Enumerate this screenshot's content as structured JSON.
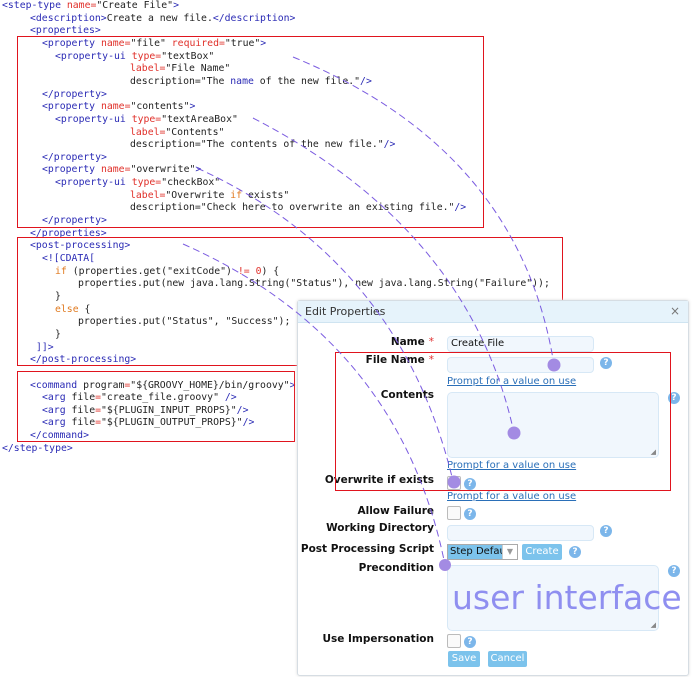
{
  "code": {
    "lines": [
      {
        "indent": 2,
        "tokens": [
          [
            "t",
            "<step-type "
          ],
          [
            "a",
            "name="
          ],
          [
            "v",
            "\"Create File\""
          ],
          [
            "t",
            ">"
          ]
        ]
      },
      {
        "indent": 30,
        "tokens": [
          [
            "t",
            "<description>"
          ],
          [
            "p",
            "Create a new file."
          ],
          [
            "t",
            "</description>"
          ]
        ]
      },
      {
        "indent": 30,
        "tokens": [
          [
            "t",
            "<properties>"
          ]
        ]
      },
      {
        "indent": 42,
        "tokens": [
          [
            "t",
            "<property "
          ],
          [
            "a",
            "name="
          ],
          [
            "v",
            "\"file\" "
          ],
          [
            "a",
            "required="
          ],
          [
            "v",
            "\"true\""
          ],
          [
            "t",
            ">"
          ]
        ]
      },
      {
        "indent": 55,
        "tokens": [
          [
            "t",
            "<property-ui "
          ],
          [
            "a",
            "type="
          ],
          [
            "v",
            "\"textBox\""
          ]
        ]
      },
      {
        "indent": 130,
        "tokens": [
          [
            "a",
            "label="
          ],
          [
            "v",
            "\"File Name\""
          ]
        ]
      },
      {
        "indent": 130,
        "tokens": [
          [
            "p",
            "description="
          ],
          [
            "v",
            "\"The "
          ],
          [
            "b",
            "name"
          ],
          [
            "v",
            " of the new file.\""
          ],
          [
            "t",
            "/>"
          ]
        ]
      },
      {
        "indent": 42,
        "tokens": [
          [
            "t",
            "</property>"
          ]
        ]
      },
      {
        "indent": 42,
        "tokens": [
          [
            "t",
            "<property "
          ],
          [
            "a",
            "name="
          ],
          [
            "v",
            "\"contents\""
          ],
          [
            "t",
            ">"
          ]
        ]
      },
      {
        "indent": 55,
        "tokens": [
          [
            "t",
            "<property-ui "
          ],
          [
            "a",
            "type="
          ],
          [
            "v",
            "\"textAreaBox\""
          ]
        ]
      },
      {
        "indent": 130,
        "tokens": [
          [
            "a",
            "label="
          ],
          [
            "v",
            "\"Contents\""
          ]
        ]
      },
      {
        "indent": 130,
        "tokens": [
          [
            "p",
            "description="
          ],
          [
            "v",
            "\"The contents of the new file.\""
          ],
          [
            "t",
            "/>"
          ]
        ]
      },
      {
        "indent": 42,
        "tokens": [
          [
            "t",
            "</property>"
          ]
        ]
      },
      {
        "indent": 42,
        "tokens": [
          [
            "t",
            "<property "
          ],
          [
            "a",
            "name="
          ],
          [
            "v",
            "\"overwrite\""
          ],
          [
            "t",
            ">"
          ]
        ]
      },
      {
        "indent": 55,
        "tokens": [
          [
            "t",
            "<property-ui "
          ],
          [
            "a",
            "type="
          ],
          [
            "v",
            "\"checkBox\""
          ]
        ]
      },
      {
        "indent": 130,
        "tokens": [
          [
            "a",
            "label="
          ],
          [
            "v",
            "\"Overwrite "
          ],
          [
            "k",
            "if"
          ],
          [
            "v",
            " exists\""
          ]
        ]
      },
      {
        "indent": 130,
        "tokens": [
          [
            "p",
            "description="
          ],
          [
            "v",
            "\"Check here to overwrite an existing file.\""
          ],
          [
            "t",
            "/>"
          ]
        ]
      },
      {
        "indent": 42,
        "tokens": [
          [
            "t",
            "</property>"
          ]
        ]
      },
      {
        "indent": 30,
        "tokens": [
          [
            "t",
            "</properties>"
          ]
        ]
      },
      {
        "indent": 30,
        "tokens": [
          [
            "t",
            "<post-processing>"
          ]
        ]
      },
      {
        "indent": 42,
        "tokens": [
          [
            "t",
            "<![CDATA["
          ]
        ]
      },
      {
        "indent": 55,
        "tokens": [
          [
            "k",
            "if"
          ],
          [
            "p",
            " (properties.get(\"exitCode\") "
          ],
          [
            "n",
            "!="
          ],
          [
            "p",
            " "
          ],
          [
            "n",
            "0"
          ],
          [
            "p",
            ") {"
          ]
        ]
      },
      {
        "indent": 78,
        "tokens": [
          [
            "p",
            "properties.put(new java.lang.String(\"Status\"), new java.lang.String(\"Failure\"));"
          ]
        ]
      },
      {
        "indent": 55,
        "tokens": [
          [
            "p",
            "}"
          ]
        ]
      },
      {
        "indent": 55,
        "tokens": [
          [
            "k",
            "else"
          ],
          [
            "p",
            " {"
          ]
        ]
      },
      {
        "indent": 78,
        "tokens": [
          [
            "p",
            "properties.put(\"Status\", \"Success\");"
          ]
        ]
      },
      {
        "indent": 55,
        "tokens": [
          [
            "p",
            "}"
          ]
        ]
      },
      {
        "indent": 36,
        "tokens": [
          [
            "t",
            "]]>"
          ]
        ]
      },
      {
        "indent": 30,
        "tokens": [
          [
            "t",
            "</post-processing>"
          ]
        ]
      },
      {
        "indent": 30,
        "tokens": []
      },
      {
        "indent": 30,
        "tokens": [
          [
            "t",
            "<command "
          ],
          [
            "p",
            "program"
          ],
          [
            "a",
            "="
          ],
          [
            "v",
            "\"${GROOVY_HOME}/bin/groovy\""
          ],
          [
            "t",
            ">"
          ]
        ]
      },
      {
        "indent": 42,
        "tokens": [
          [
            "t",
            "<arg "
          ],
          [
            "p",
            "file"
          ],
          [
            "a",
            "="
          ],
          [
            "v",
            "\"create_file.groovy\" "
          ],
          [
            "t",
            "/>"
          ]
        ]
      },
      {
        "indent": 42,
        "tokens": [
          [
            "t",
            "<arg "
          ],
          [
            "p",
            "file"
          ],
          [
            "a",
            "="
          ],
          [
            "v",
            "\"${PLUGIN_INPUT_PROPS}\""
          ],
          [
            "t",
            "/>"
          ]
        ]
      },
      {
        "indent": 42,
        "tokens": [
          [
            "t",
            "<arg "
          ],
          [
            "p",
            "file"
          ],
          [
            "a",
            "="
          ],
          [
            "v",
            "\"${PLUGIN_OUTPUT_PROPS}\""
          ],
          [
            "t",
            "/>"
          ]
        ]
      },
      {
        "indent": 30,
        "tokens": [
          [
            "t",
            "</command>"
          ]
        ]
      },
      {
        "indent": 2,
        "tokens": [
          [
            "t",
            "</step-type>"
          ]
        ]
      }
    ]
  },
  "dialog": {
    "title": "Edit Properties",
    "close": "×",
    "required_mark": "*",
    "help_glyph": "?",
    "fields": {
      "name": {
        "label": "Name",
        "value": "Create File"
      },
      "file_name": {
        "label": "File Name",
        "value": ""
      },
      "contents": {
        "label": "Contents"
      },
      "overwrite": {
        "label": "Overwrite if exists",
        "checked": false
      },
      "allow_failure": {
        "label": "Allow Failure",
        "checked": false
      },
      "working_directory": {
        "label": "Working Directory",
        "value": ""
      },
      "post_processing": {
        "label": "Post Processing Script",
        "selected": "Step Default",
        "create_label": "Create"
      },
      "precondition": {
        "label": "Precondition",
        "watermark": "user interface"
      },
      "impersonation": {
        "label": "Use Impersonation",
        "checked": false
      }
    },
    "prompt_link": "Prompt for a value on use",
    "save_label": "Save",
    "cancel_label": "Cancel"
  },
  "colors": {
    "highlight_box": "#e0141e",
    "connector": "#7b5ce0",
    "accent": "#7cc3ec"
  }
}
